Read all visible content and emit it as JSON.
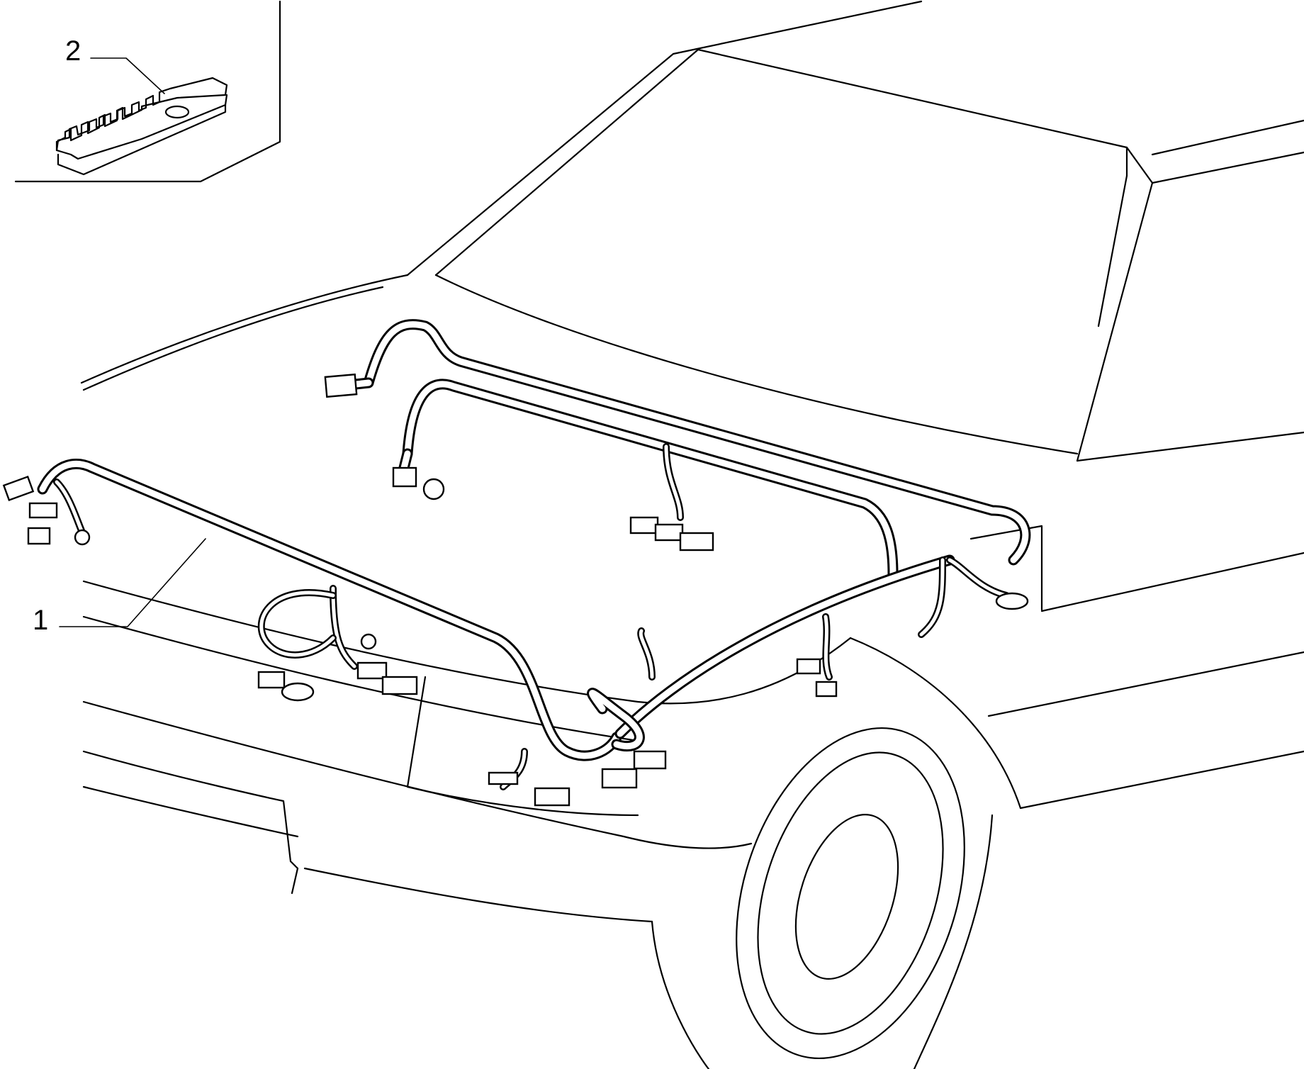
{
  "callouts": [
    {
      "number": "1",
      "part": "wiring-harness"
    },
    {
      "number": "2",
      "part": "cable-clip"
    }
  ],
  "colors": {
    "line": "#000000",
    "background": "#ffffff"
  }
}
